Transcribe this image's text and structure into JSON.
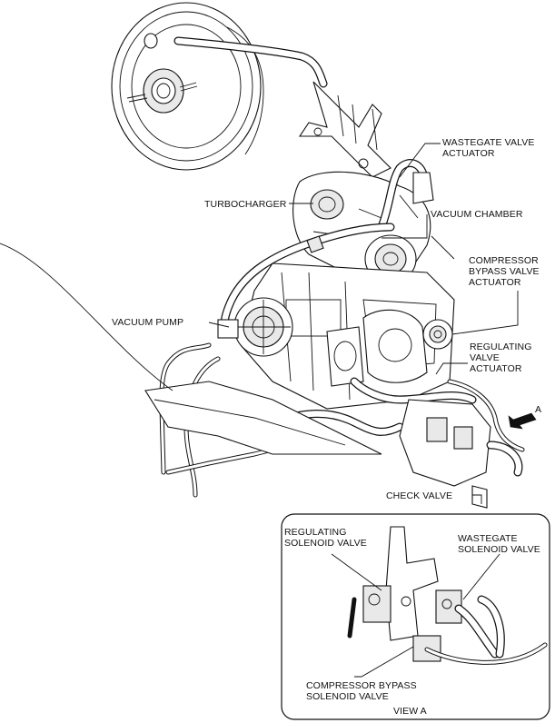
{
  "labels": {
    "wastegate_valve_actuator": "WASTEGATE VALVE\nACTUATOR",
    "turbocharger": "TURBOCHARGER",
    "vacuum_chamber": "VACUUM CHAMBER",
    "compressor_bypass_valve_actuator": "COMPRESSOR\nBYPASS VALVE\nACTUATOR",
    "vacuum_pump": "VACUUM PUMP",
    "regulating_valve_actuator": "REGULATING\nVALVE\nACTUATOR",
    "view_arrow": "A",
    "check_valve": "CHECK VALVE",
    "regulating_solenoid_valve": "REGULATING\nSOLENOID VALVE",
    "wastegate_solenoid_valve": "WASTEGATE\nSOLENOID VALVE",
    "compressor_bypass_solenoid_valve": "COMPRESSOR BYPASS\nSOLENOID VALVE",
    "view_a": "VIEW A"
  }
}
